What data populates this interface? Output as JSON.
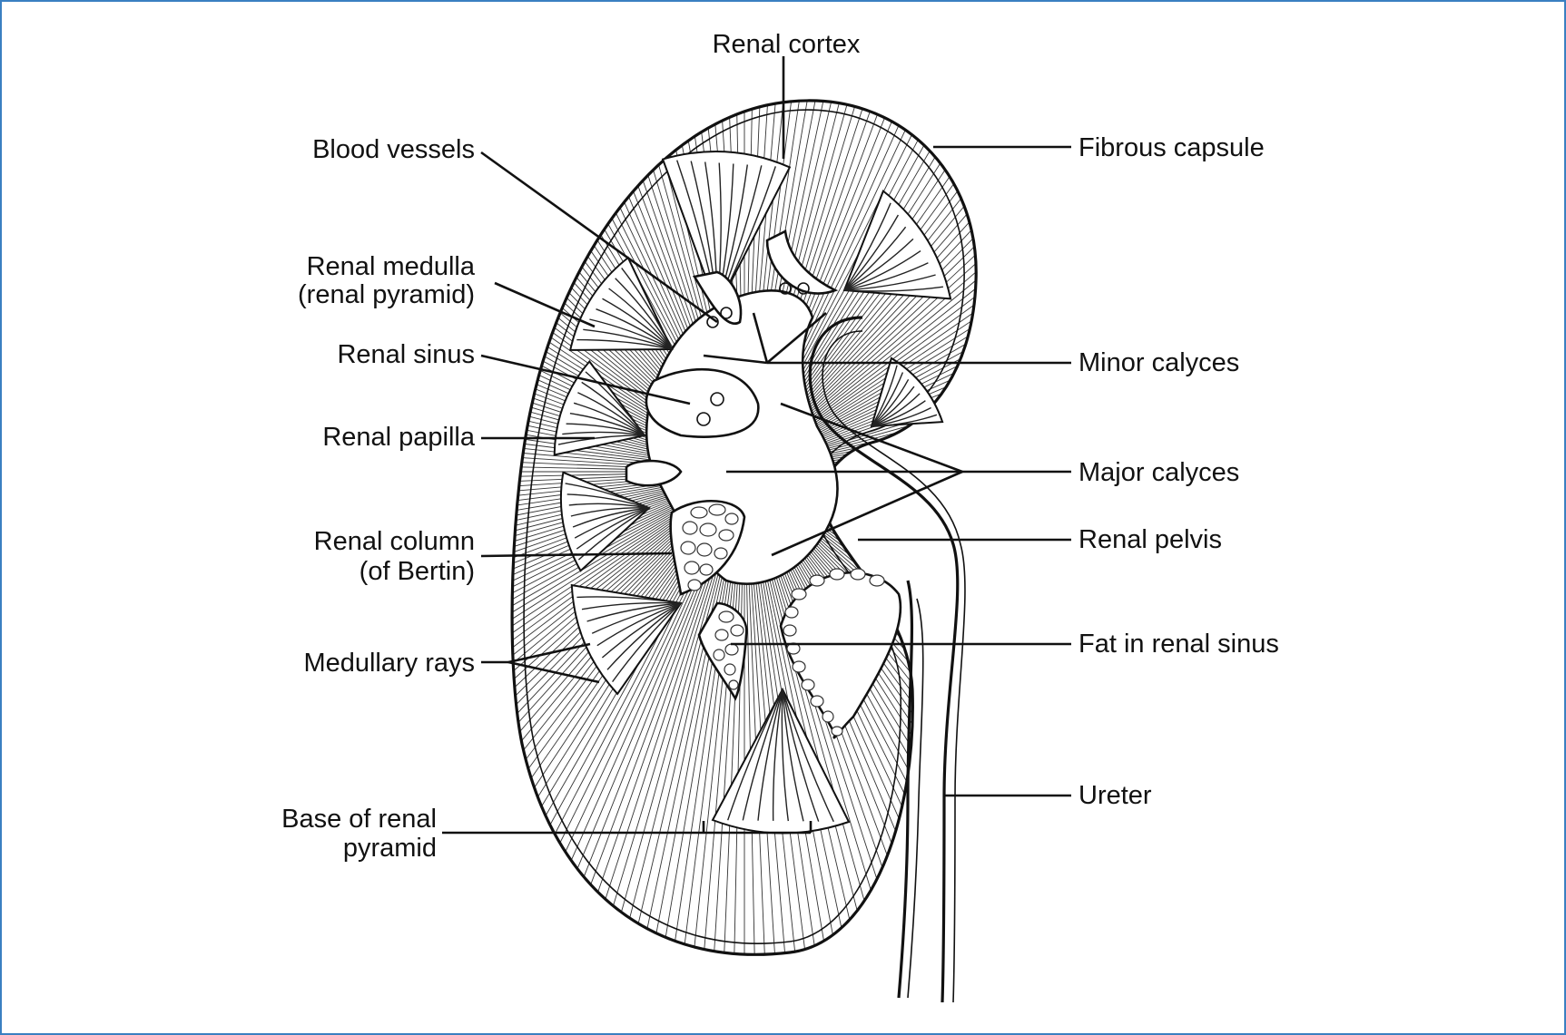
{
  "frame": {
    "border_color": "#3a7fc1"
  },
  "labels": {
    "renal_cortex": "Renal cortex",
    "fibrous_capsule": "Fibrous capsule",
    "blood_vessels": "Blood vessels",
    "renal_medulla_1": "Renal medulla",
    "renal_medulla_2": "(renal pyramid)",
    "renal_sinus": "Renal sinus",
    "minor_calyces": "Minor calyces",
    "renal_papilla": "Renal papilla",
    "major_calyces": "Major calyces",
    "renal_column_1": "Renal column",
    "renal_column_2": "(of Bertin)",
    "renal_pelvis": "Renal pelvis",
    "medullary_rays": "Medullary rays",
    "fat_in_renal_sinus": "Fat in renal sinus",
    "ureter": "Ureter",
    "base_of_pyramid_1": "Base of renal",
    "base_of_pyramid_2": "pyramid"
  }
}
